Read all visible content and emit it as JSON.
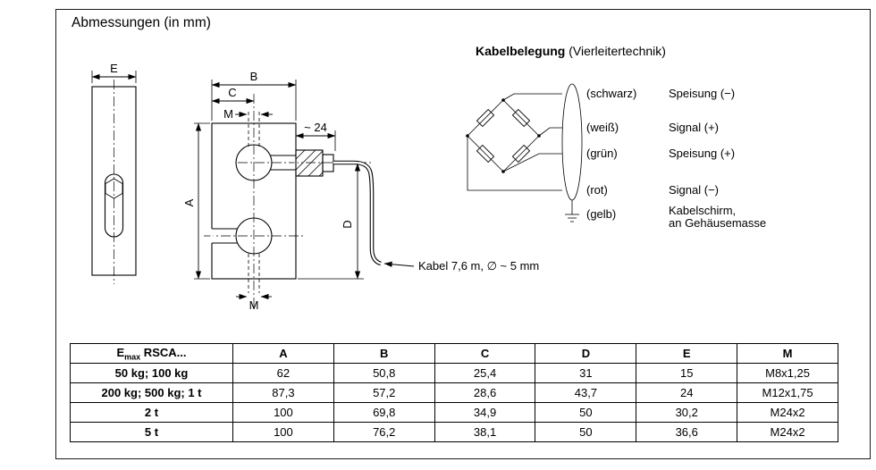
{
  "page": {
    "title": "Abmessungen (in mm)"
  },
  "drawing": {
    "dim_e": "E",
    "dim_b": "B",
    "dim_c": "C",
    "dim_m_top": "M",
    "dim_m_bottom": "M",
    "dim_a": "A",
    "dim_d": "D",
    "dim_24": "~ 24",
    "cable_label": "Kabel 7,6 m, ∅ ~ 5 mm"
  },
  "kabelbelegung": {
    "title_bold": "Kabelbelegung",
    "title_rest": " (Vierleitertechnik)",
    "wires": [
      {
        "color": "(schwarz)",
        "func": "Speisung (−)"
      },
      {
        "color": "(weiß)",
        "func": "Signal (+)"
      },
      {
        "color": "(grün)",
        "func": "Speisung (+)"
      },
      {
        "color": "(rot)",
        "func": "Signal (−)"
      },
      {
        "color": "(gelb)",
        "func": "Kabelschirm,",
        "func2": "an Gehäusemasse"
      }
    ]
  },
  "table": {
    "header": {
      "col1_main": "E",
      "col1_sub": "max",
      "col1_rest": " RSCA...",
      "cols": [
        "A",
        "B",
        "C",
        "D",
        "E",
        "M"
      ]
    },
    "rows": [
      {
        "label": "50 kg; 100 kg",
        "values": [
          "62",
          "50,8",
          "25,4",
          "31",
          "15",
          "M8x1,25"
        ]
      },
      {
        "label": "200 kg; 500 kg; 1 t",
        "values": [
          "87,3",
          "57,2",
          "28,6",
          "43,7",
          "24",
          "M12x1,75"
        ]
      },
      {
        "label": "2 t",
        "values": [
          "100",
          "69,8",
          "34,9",
          "50",
          "30,2",
          "M24x2"
        ]
      },
      {
        "label": "5 t",
        "values": [
          "100",
          "76,2",
          "38,1",
          "50",
          "36,6",
          "M24x2"
        ]
      }
    ]
  }
}
